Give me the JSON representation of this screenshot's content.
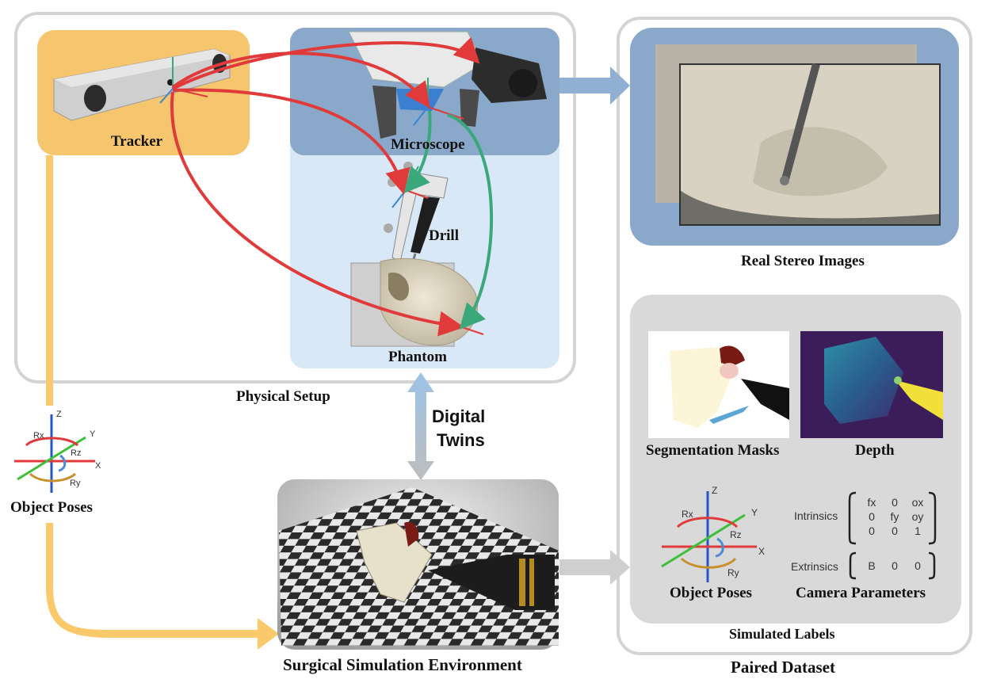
{
  "physical_setup": {
    "title": "Physical Setup",
    "tracker_label": "Tracker",
    "microscope_label": "Microscope",
    "drill_label": "Drill",
    "phantom_label": "Phantom"
  },
  "object_poses_left": {
    "label": "Object Poses",
    "axes": {
      "z": "Z",
      "y": "Y",
      "x": "X",
      "rx": "Rx",
      "ry": "Ry",
      "rz": "Rz"
    }
  },
  "digital_twins": {
    "line1": "Digital",
    "line2": "Twins"
  },
  "simulation": {
    "label": "Surgical Simulation Environment"
  },
  "paired_dataset": {
    "title": "Paired Dataset",
    "real_stereo_label": "Real Stereo Images",
    "simulated_labels_title": "Simulated Labels",
    "segmentation_label": "Segmentation Masks",
    "depth_label": "Depth",
    "object_poses_label": "Object Poses",
    "camera_parameters_label": "Camera Parameters",
    "intrinsics_label": "Intrinsics",
    "intrinsics_matrix": [
      [
        "fx",
        "0",
        "ox"
      ],
      [
        "0",
        "fy",
        "oy"
      ],
      [
        "0",
        "0",
        "1"
      ]
    ],
    "extrinsics_label": "Extrinsics",
    "extrinsics_matrix": [
      "B",
      "0",
      "0"
    ]
  },
  "colors": {
    "tracker_box": "#f5c66e",
    "microscope_box": "#8aa8c9",
    "light_blue_box": "#d9e8f6",
    "pose_arrow_red": "#e03a3a",
    "pose_arrow_green": "#3aa87a",
    "yellow_flow": "#f9c96b",
    "blue_flow": "#8fb0d2",
    "grey_flow": "#cfcfcf"
  }
}
